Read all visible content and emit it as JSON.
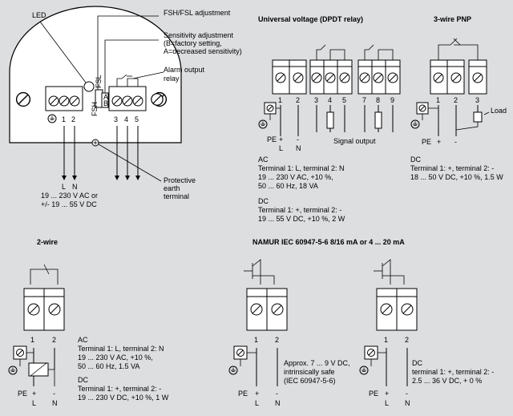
{
  "housing": {
    "led_label": "LED",
    "fsh_fsl_label": "FSH/FSL adjustment",
    "sensitivity_lines": [
      "Sensitivity adjustment",
      "(B=factory setting,",
      "A=decreased sensitivity)"
    ],
    "alarm_lines": [
      "Alarm output",
      "relay"
    ],
    "switch_fsh": "FSH",
    "switch_fsl": "FSL",
    "switch_a": "A",
    "switch_b": "B",
    "terminal_numbers": [
      "1",
      "2",
      "3",
      "4",
      "5"
    ],
    "supply_L": "L",
    "supply_N": "N",
    "supply_lines": [
      "19 ... 230 V AC or",
      "+/- 19 ... 55 V DC"
    ],
    "earth_lines": [
      "Protective",
      "earth",
      "terminal"
    ]
  },
  "universal": {
    "title": "Universal voltage (DPDT relay)",
    "terminal_numbers": [
      "1",
      "2",
      "3",
      "4",
      "5",
      "7",
      "8",
      "9"
    ],
    "pe": "PE",
    "plus": "+",
    "minus": "-",
    "L": "L",
    "N": "N",
    "signal_output": "Signal output",
    "ac_heading": "AC",
    "ac_lines": [
      "Terminal 1: L, terminal 2: N",
      "19 ... 230 V AC, +10 %,",
      "50 ... 60 Hz, 18 VA"
    ],
    "dc_heading": "DC",
    "dc_lines": [
      "Terminal 1: +, terminal 2: -",
      "19 ... 55 V DC, +10 %, 2 W"
    ]
  },
  "pnp": {
    "title": "3-wire PNP",
    "terminal_numbers": [
      "1",
      "2",
      "3"
    ],
    "pe": "PE",
    "plus": "+",
    "minus": "-",
    "load": "Load",
    "dc_heading": "DC",
    "dc_lines": [
      "Terminal 1: +, terminal 2: -",
      "18 ... 50 V DC, +10 %, 1.5 W"
    ]
  },
  "two_wire": {
    "title": "2-wire",
    "terminal_numbers": [
      "1",
      "2"
    ],
    "pe": "PE",
    "plus": "+",
    "minus": "-",
    "L": "L",
    "N": "N",
    "ac_heading": "AC",
    "ac_lines": [
      "Terminal 1: L, terminal 2: N",
      "19 ... 230 V AC, +10 %,",
      "50 ... 60 Hz, 1.5 VA"
    ],
    "dc_heading": "DC",
    "dc_lines": [
      "Terminal 1: +, terminal 2: -",
      "19 ... 230 V DC, +10 %, 1 W"
    ]
  },
  "namur": {
    "title": "NAMUR IEC 60947-5-6 8/16 mA or 4 ... 20 mA",
    "terminal_numbers": [
      "1",
      "2"
    ],
    "pe": "PE",
    "plus": "+",
    "minus": "-",
    "L": "L",
    "N": "N",
    "left_lines": [
      "Approx. 7 ... 9 V DC,",
      "intrinsically safe",
      "(IEC 60947-5-6)"
    ],
    "right_dc_heading": "DC",
    "right_lines": [
      "terminal 1: +, terminal 2: -",
      "2.5 ... 36 V DC, + 0 %"
    ]
  }
}
